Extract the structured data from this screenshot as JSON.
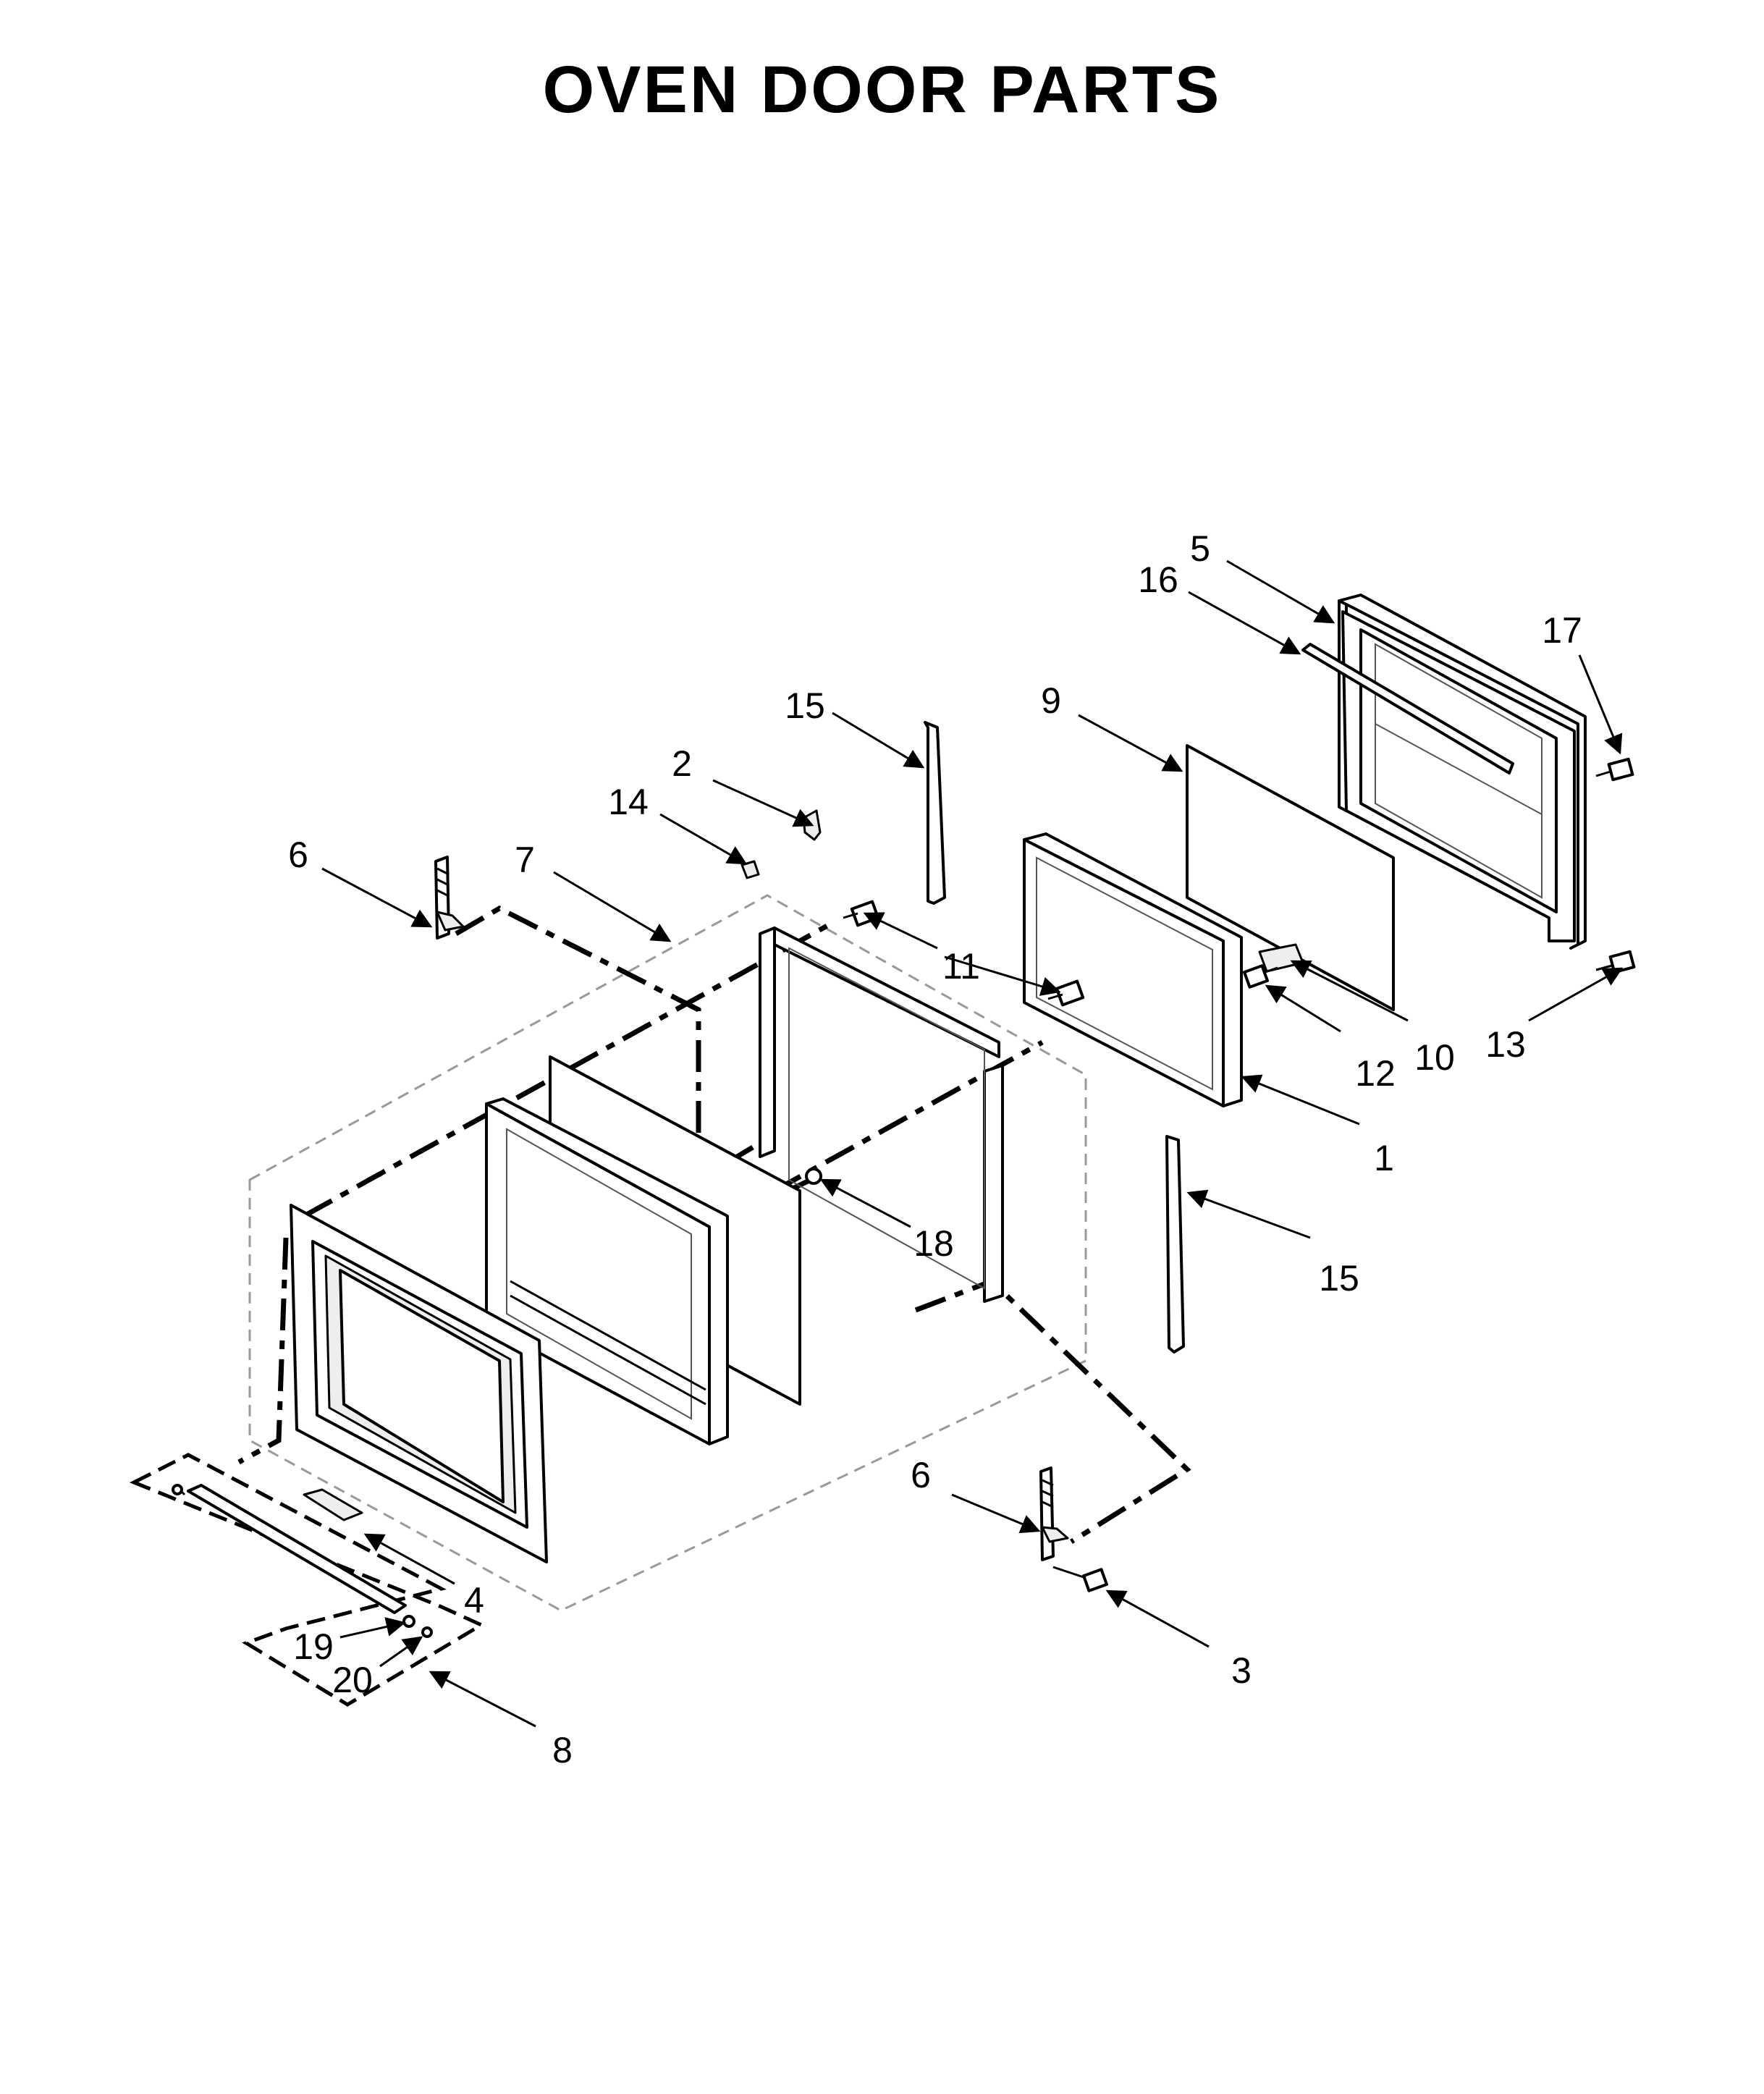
{
  "title": "OVEN DOOR PARTS",
  "callouts": [
    {
      "id": "c5",
      "label": "5"
    },
    {
      "id": "c16",
      "label": "16"
    },
    {
      "id": "c17",
      "label": "17"
    },
    {
      "id": "c9",
      "label": "9"
    },
    {
      "id": "c15a",
      "label": "15"
    },
    {
      "id": "c2",
      "label": "2"
    },
    {
      "id": "c14",
      "label": "14"
    },
    {
      "id": "c6a",
      "label": "6"
    },
    {
      "id": "c7",
      "label": "7"
    },
    {
      "id": "c11",
      "label": "11"
    },
    {
      "id": "c12",
      "label": "12"
    },
    {
      "id": "c10",
      "label": "10"
    },
    {
      "id": "c13",
      "label": "13"
    },
    {
      "id": "c1",
      "label": "1"
    },
    {
      "id": "c18",
      "label": "18"
    },
    {
      "id": "c15b",
      "label": "15"
    },
    {
      "id": "c6b",
      "label": "6"
    },
    {
      "id": "c4",
      "label": "4"
    },
    {
      "id": "c19",
      "label": "19"
    },
    {
      "id": "c20",
      "label": "20"
    },
    {
      "id": "c3",
      "label": "3"
    },
    {
      "id": "c8",
      "label": "8"
    }
  ]
}
